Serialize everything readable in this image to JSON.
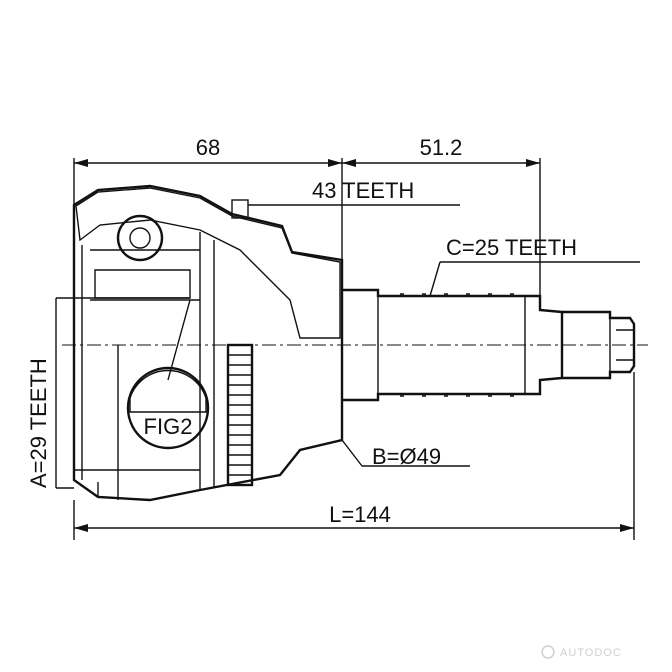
{
  "dimensions": {
    "housing_length": "68",
    "shaft_length": "51.2",
    "outer_spline_teeth": "43 TEETH",
    "shaft_spline_teeth": "C=25 TEETH",
    "inner_spline_teeth": "A=29 TEETH",
    "seal_diameter": "B=Ø49",
    "total_length": "L=144"
  },
  "callouts": {
    "detail_ref": "FIG2"
  },
  "watermark": {
    "text": "AUTODOC"
  },
  "colors": {
    "line": "#111111",
    "background": "#ffffff",
    "watermark": "#cfcfcf"
  }
}
